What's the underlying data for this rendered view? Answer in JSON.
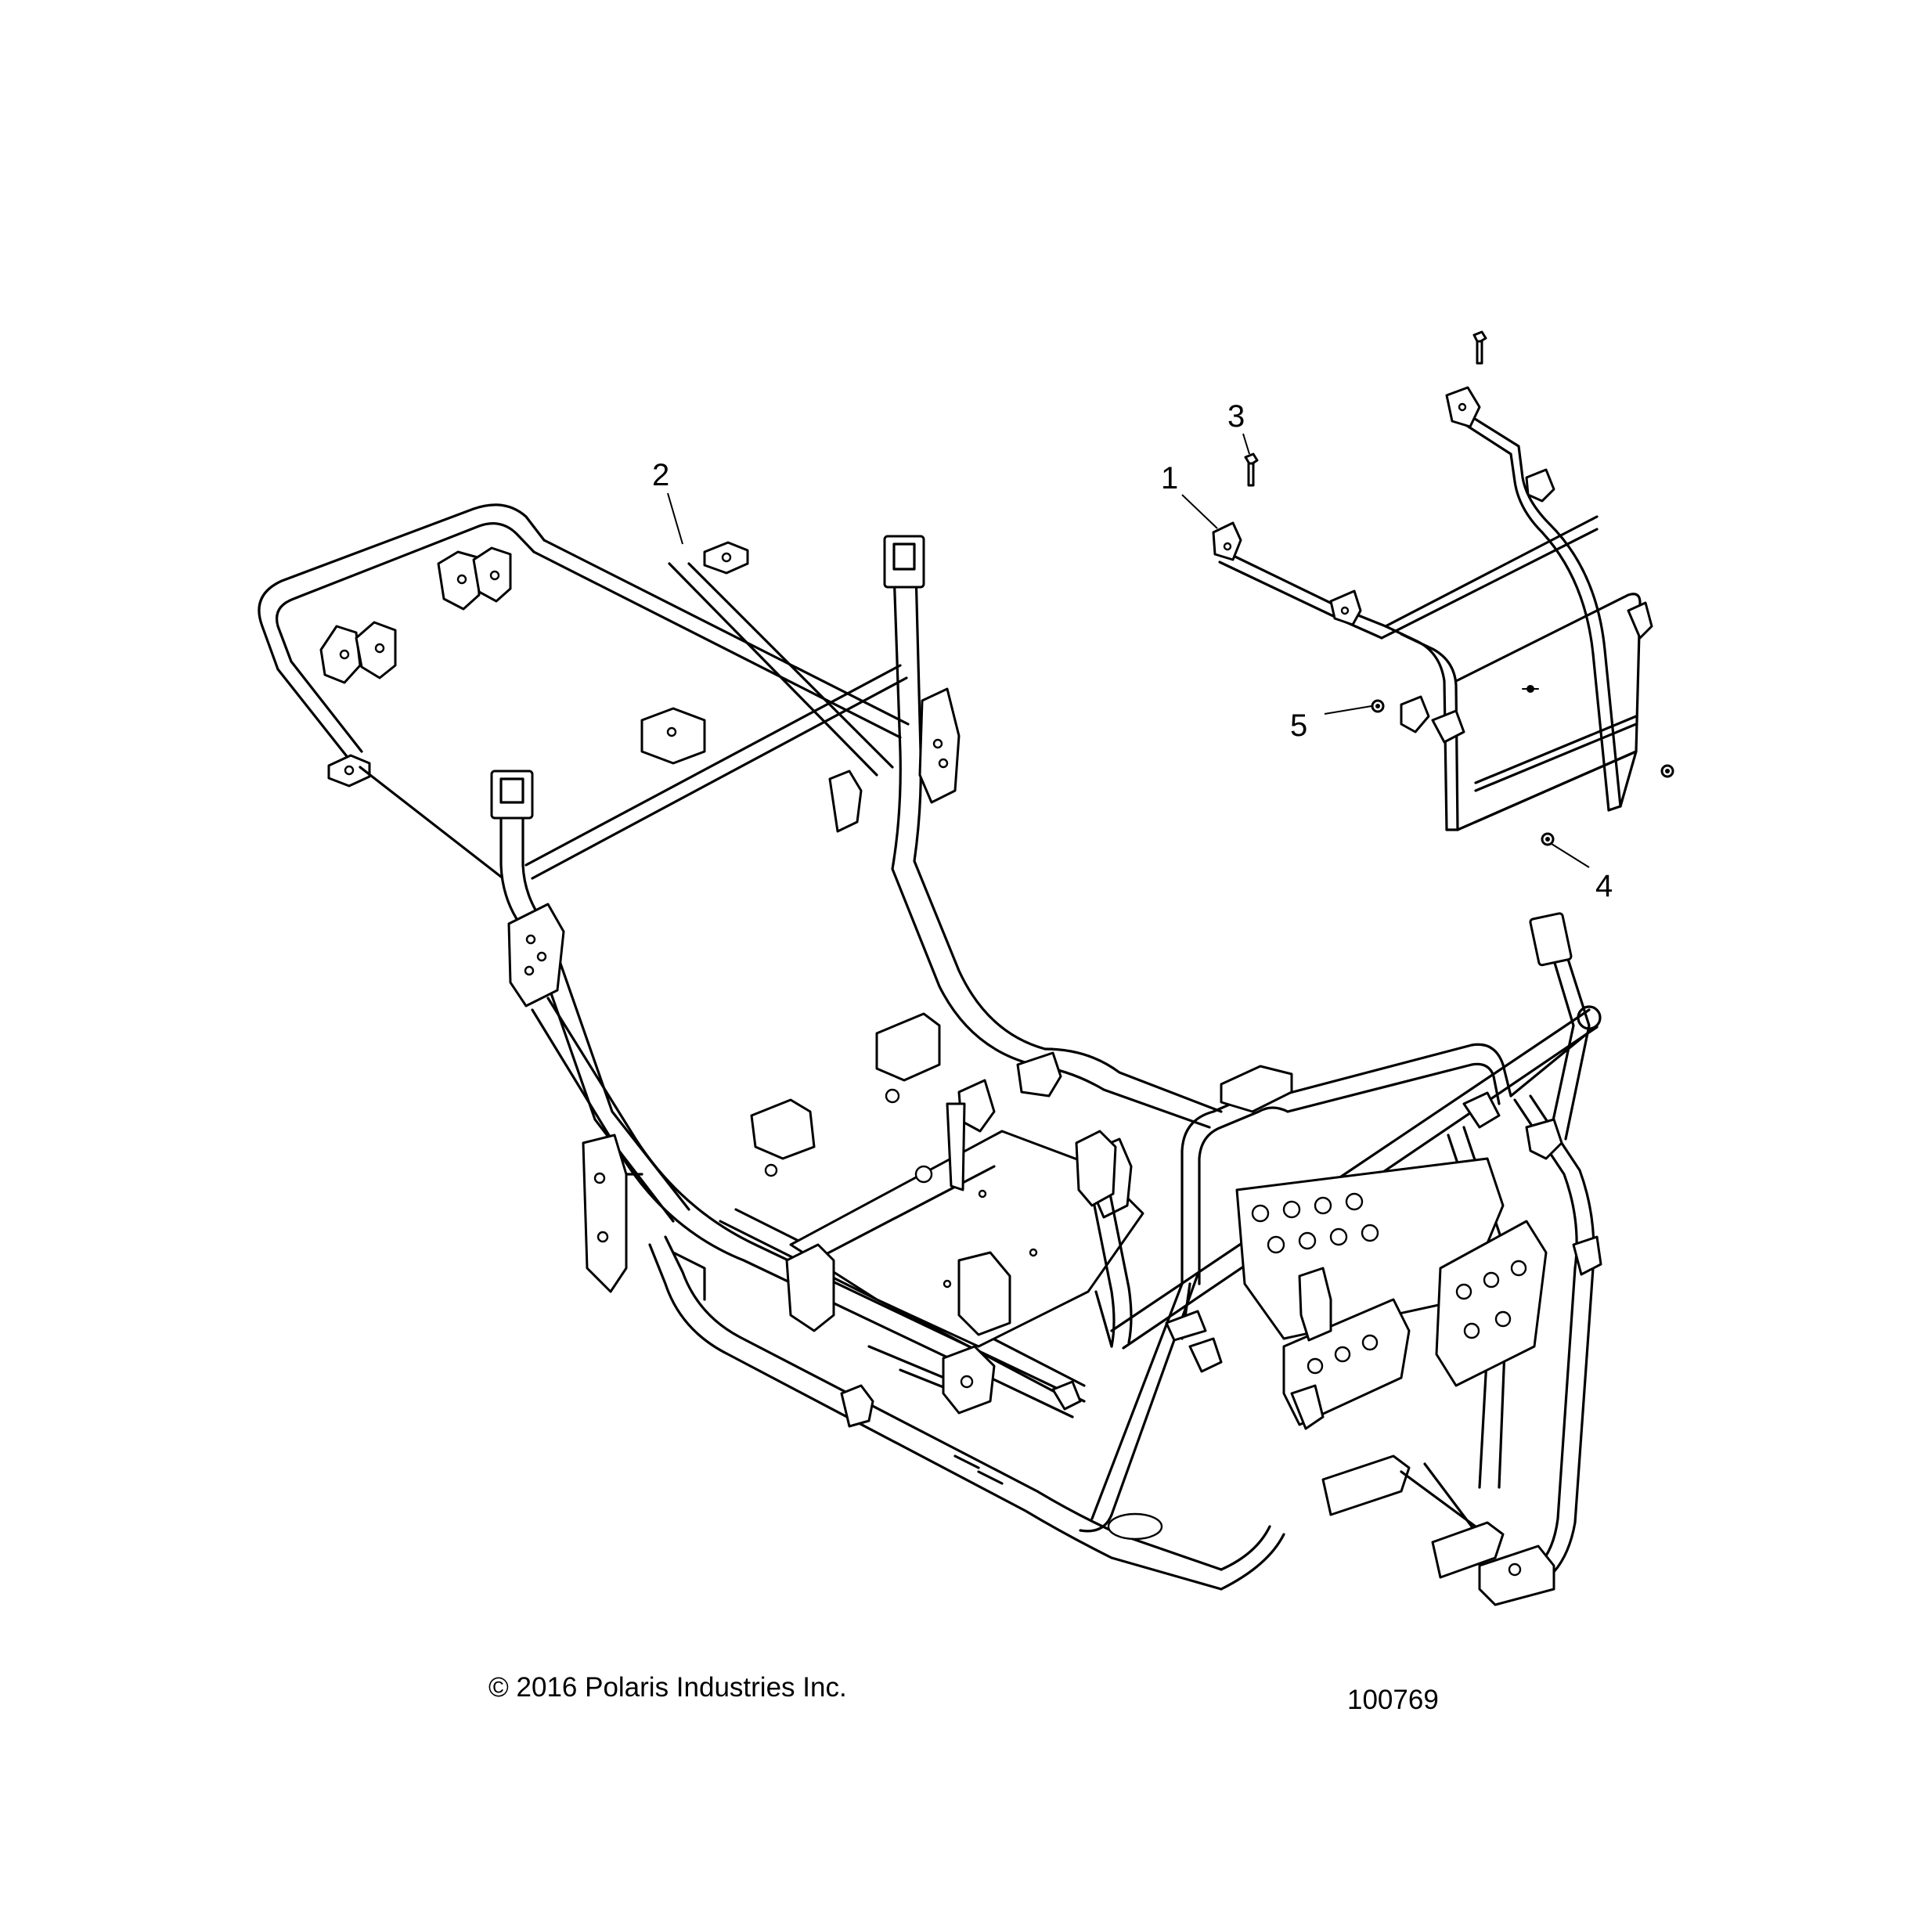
{
  "callouts": [
    {
      "id": "1",
      "label": "1"
    },
    {
      "id": "2",
      "label": "2"
    },
    {
      "id": "3",
      "label": "3"
    },
    {
      "id": "4",
      "label": "4"
    },
    {
      "id": "5",
      "label": "5"
    }
  ],
  "footer": {
    "copyright": "© 2016 Polaris Industries Inc.",
    "figure_number": "100769"
  },
  "colors": {
    "line": "#000000",
    "background": "#ffffff"
  }
}
